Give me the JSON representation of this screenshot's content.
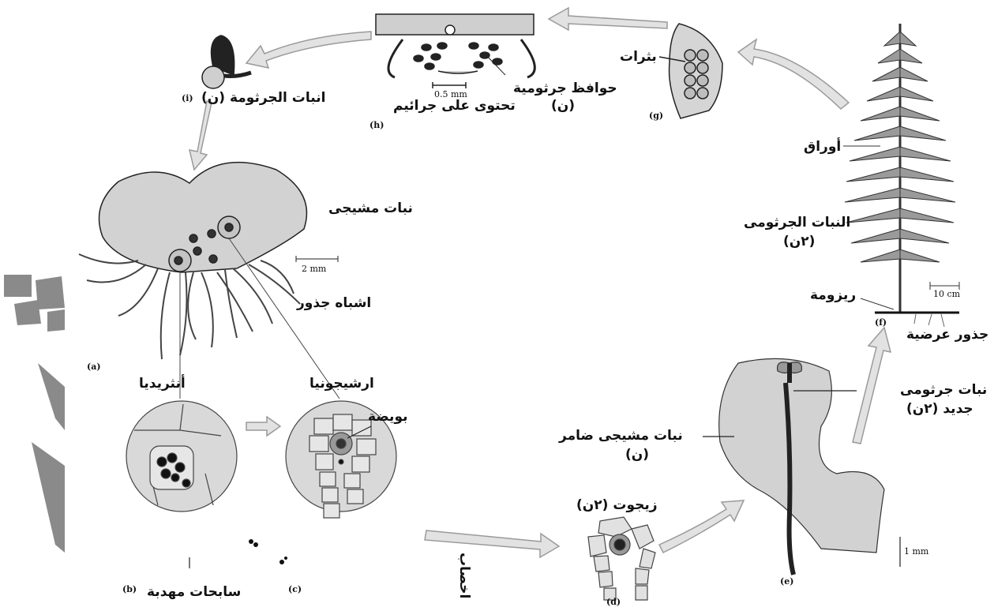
{
  "panels": {
    "a": "(a)",
    "b": "(b)",
    "c": "(c)",
    "d": "(d)",
    "e": "(e)",
    "f": "(f)",
    "g": "(g)",
    "h": "(h)",
    "i": "(i)"
  },
  "labels": {
    "spore_germinating": "انبات الجرثومة (ن)",
    "sporangia_line1": "حوافظ جرثومية",
    "sporangia_line2": "(ن)",
    "contains_spores": "تحتوى على جرائيم",
    "sori": "بثرات",
    "leaves": "أوراق",
    "sporophyte_line1": "النبات الجرثومى",
    "sporophyte_line2": "(٢ن)",
    "rhizome": "ريزومة",
    "adventitious_roots": "جذور عرضية",
    "new_sporophyte_line1": "نبات جرثومى",
    "new_sporophyte_line2": "جديد (٢ن)",
    "withering_gametophyte_line1": "نبات مشيجى ضامر",
    "withering_gametophyte_line2": "(ن)",
    "zygote": "زيجوت (٢ن)",
    "fertilization": "اخصاب",
    "gametophyte": "نبات مشيجى",
    "rhizoids": "اشباه جذور",
    "antheridia": "أنثريديا",
    "archegonia": "ارشيجونيا",
    "egg": "بويضة",
    "sperm": "سابحات مهدبة"
  },
  "scales": {
    "sporangia": "0.5 mm",
    "gametophyte": "2 mm",
    "sporophyte": "10 cm",
    "young": "1 mm"
  },
  "colors": {
    "fill": "#cfcfcf",
    "circle": "#d9d9d9",
    "arrow": "#e2e2e2",
    "outline": "#222222",
    "decor": "#8a8a8a"
  }
}
